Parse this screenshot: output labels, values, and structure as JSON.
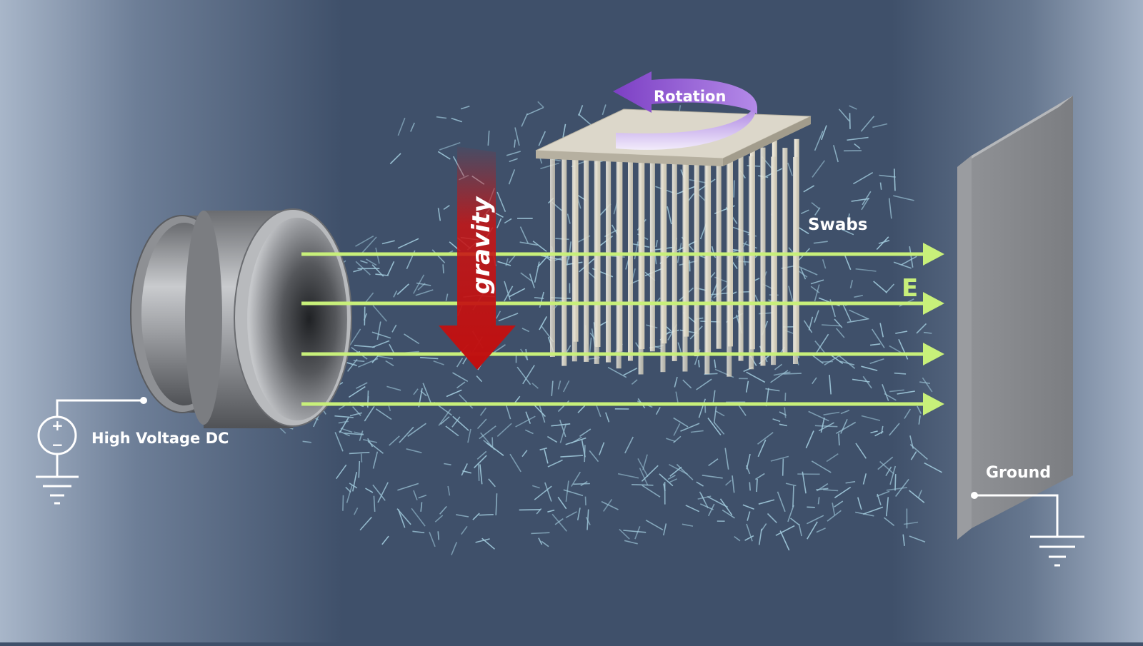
{
  "labels": {
    "rotation": "Rotation",
    "gravity": "gravity",
    "swabs": "Swabs",
    "field": "E",
    "source": "High Voltage DC",
    "ground": "Ground",
    "plus": "+",
    "minus": "−"
  },
  "colors": {
    "background_center": "#3f506a",
    "background_edge": "#a4b2c6",
    "field_lines": "#c8f07a",
    "gravity_arrow": "#c81414",
    "rotation_arrow": "#8a52d0",
    "fibers": "#9fc8da",
    "swabs": "#ece7d8",
    "ground_plate": "#8d8f93",
    "text": "#ffffff"
  },
  "components": {
    "electrode": "cylinder-electrode",
    "swab_holder": "rotating-plate",
    "counter_electrode": "ground-plate",
    "field_line_count": 4
  }
}
